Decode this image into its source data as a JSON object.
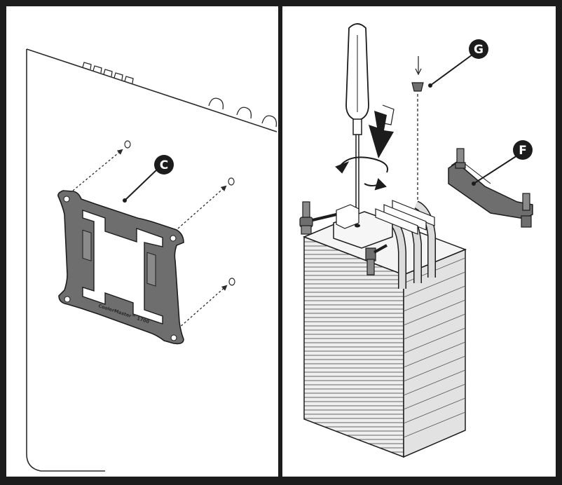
{
  "callouts": {
    "c": "C",
    "f": "F",
    "g": "G"
  },
  "bracket_brand": "CoolerMaster™ 1700",
  "colors": {
    "frame": "#1c1c1c",
    "line": "#2b2b2b",
    "bracket_fill": "#6e6e6e",
    "bracket_inner": "#8a8a8a",
    "fin_fill": "#e6e6e6",
    "fin_line": "#3a3a3a",
    "heatpipe": "#dcdcdc",
    "callout_fill": "#1c1c1c",
    "callout_text": "#ffffff"
  },
  "panels": [
    {
      "step": "install-backplate"
    },
    {
      "step": "mount-cooler"
    }
  ]
}
